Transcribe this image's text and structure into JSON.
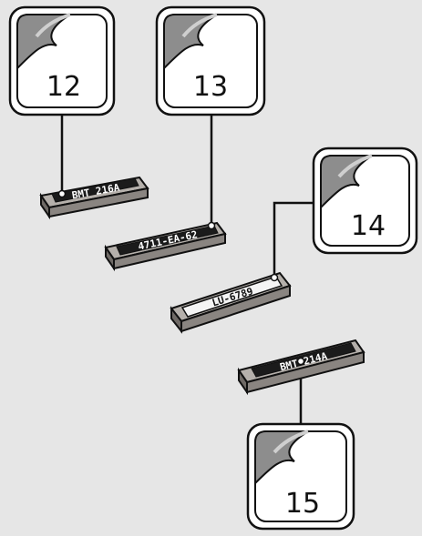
{
  "colors": {
    "background": "#e6e6e6",
    "plate_dark": "#1b1b1b",
    "plate_light": "#f4f4f4",
    "body_top": "#b5b0ab",
    "body_side": "#6f6a66",
    "line": "#111111"
  },
  "callouts": [
    {
      "label": "12",
      "icon": "page-curl-icon"
    },
    {
      "label": "13",
      "icon": "page-curl-icon"
    },
    {
      "label": "14",
      "icon": "page-curl-icon"
    },
    {
      "label": "15",
      "icon": "page-curl-icon"
    }
  ],
  "plates": [
    {
      "text": "BMT 216A",
      "style": "dark"
    },
    {
      "text": "4711-EA-62",
      "style": "dark"
    },
    {
      "text": "LU-6789",
      "style": "light"
    },
    {
      "text": "BMT 214A",
      "style": "dark"
    }
  ]
}
